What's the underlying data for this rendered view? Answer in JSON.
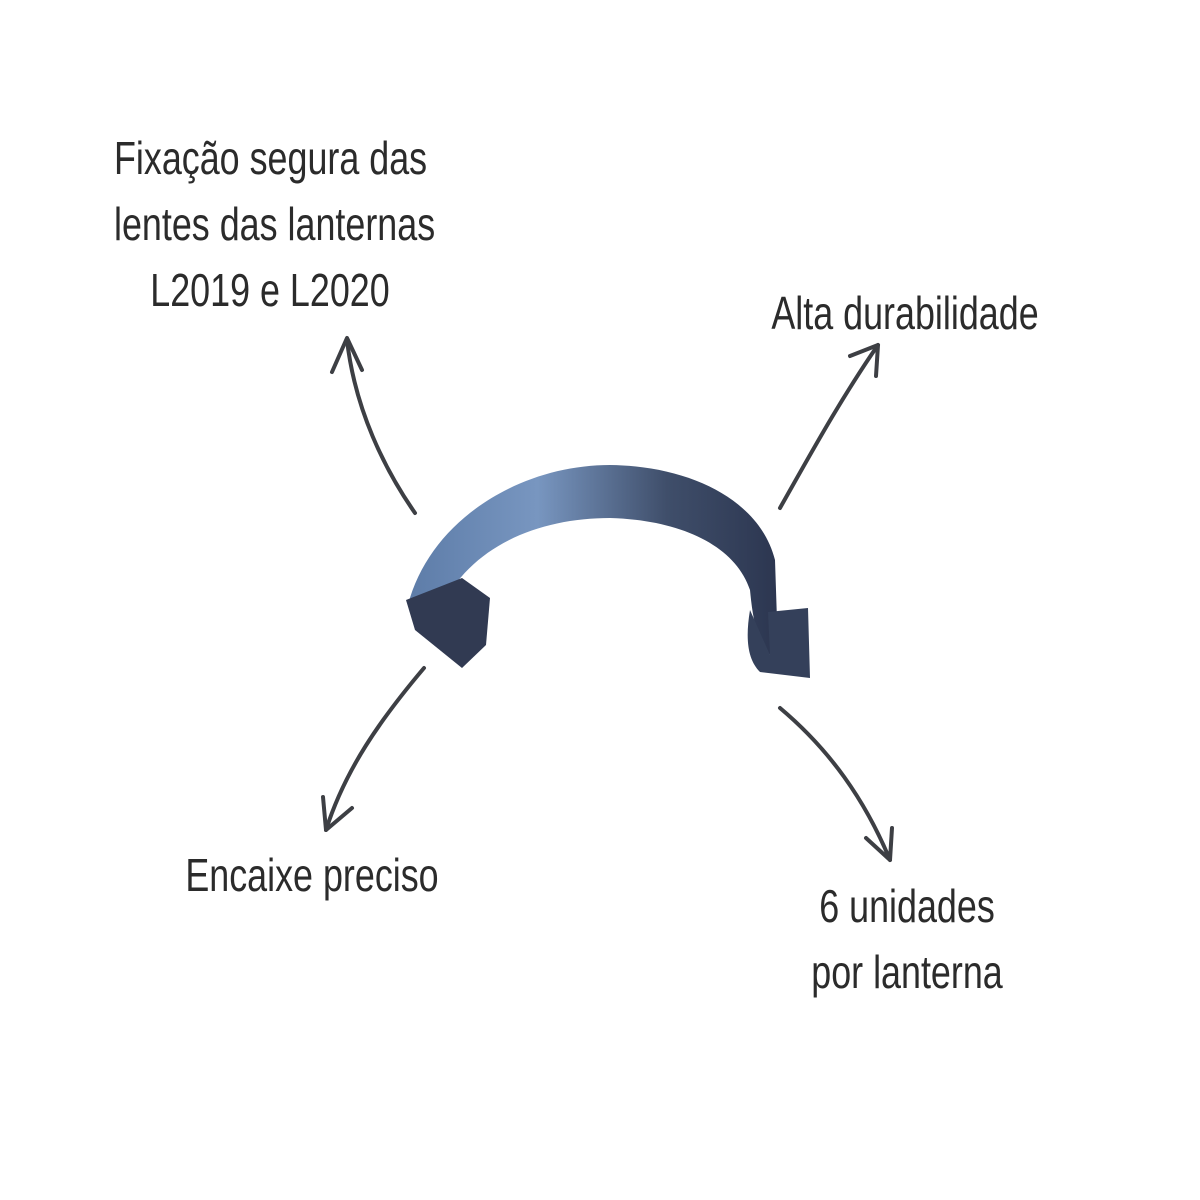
{
  "labels": {
    "top_left": [
      "Fixação segura das",
      "lentes das lanternas",
      "L2019 e L2020"
    ],
    "top_right": "Alta durabilidade",
    "bottom_left": "Encaixe preciso",
    "bottom_right": [
      "6 unidades",
      "por lanterna"
    ]
  },
  "colors": {
    "text": "#2b2b2b",
    "arrow": "#3d3f44",
    "metal_light": "#6f8fb8",
    "metal_dark": "#2a3448"
  }
}
